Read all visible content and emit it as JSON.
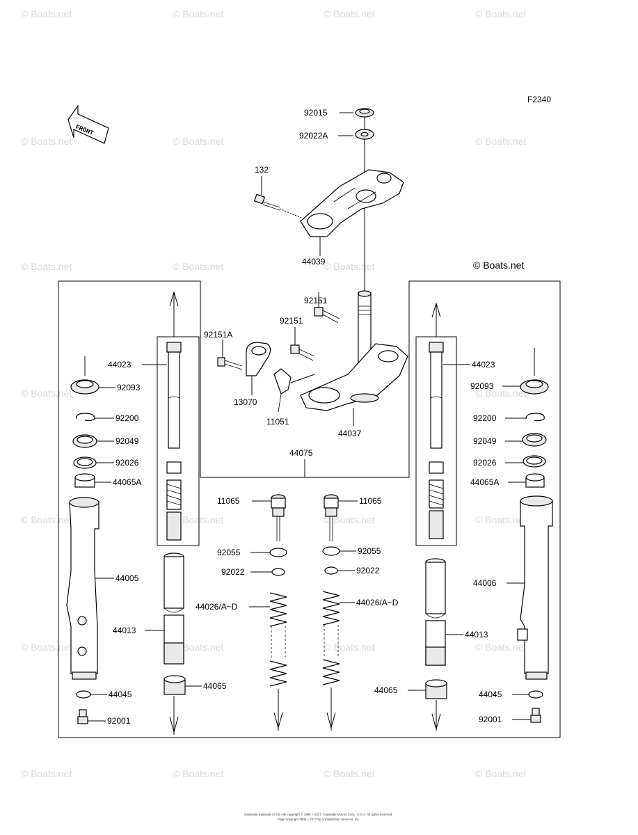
{
  "figure_code": "F2340",
  "copyright_badge": "© Boats.net",
  "watermark": "© Boats.net",
  "front_arrow_label": "FRONT",
  "footer": {
    "line1": "Kawasaki materials in this site copyright © 1995 – 2017, Kawasaki Motors Corp., U.S.A. All rights reserved.",
    "line2": "Page copyright 2006 – 2017 by Arrow/Motion Services, Inc."
  },
  "labels": {
    "p92015": "92015",
    "p92022A": "92022A",
    "p132": "132",
    "p44039": "44039",
    "p92151_top": "92151",
    "p92151_mid": "92151",
    "p92151A": "92151A",
    "p13070": "13070",
    "p11051": "11051",
    "p44037": "44037",
    "p44075": "44075",
    "p44023_l": "44023",
    "p44023_r": "44023",
    "p92093_l": "92093",
    "p92093_r": "92093",
    "p92200_l": "92200",
    "p92200_r": "92200",
    "p92049_l": "92049",
    "p92049_r": "92049",
    "p92026_l": "92026",
    "p92026_r": "92026",
    "p44065A_l": "44065A",
    "p44065A_r": "44065A",
    "p11065_l": "11065",
    "p11065_r": "11065",
    "p92055_l": "92055",
    "p92055_r": "92055",
    "p92022_l": "92022",
    "p92022_r": "92022",
    "p44026_l": "44026/A~D",
    "p44026_r": "44026/A~D",
    "p44005": "44005",
    "p44006": "44006",
    "p44013_l": "44013",
    "p44013_r": "44013",
    "p44065_l": "44065",
    "p44065_r": "44065",
    "p44045_l": "44045",
    "p44045_r": "44045",
    "p92001_l": "92001",
    "p92001_r": "92001"
  }
}
